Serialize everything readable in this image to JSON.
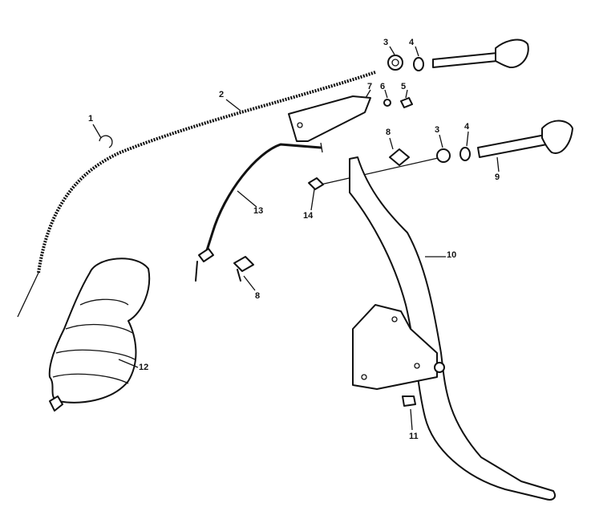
{
  "diagram": {
    "callouts": [
      "1",
      "2",
      "3",
      "4",
      "5",
      "6",
      "7",
      "8",
      "3",
      "4",
      "9",
      "14",
      "13",
      "10",
      "8",
      "12",
      "11"
    ]
  },
  "colors": {
    "ink": "#111111",
    "background": "#ffffff"
  }
}
